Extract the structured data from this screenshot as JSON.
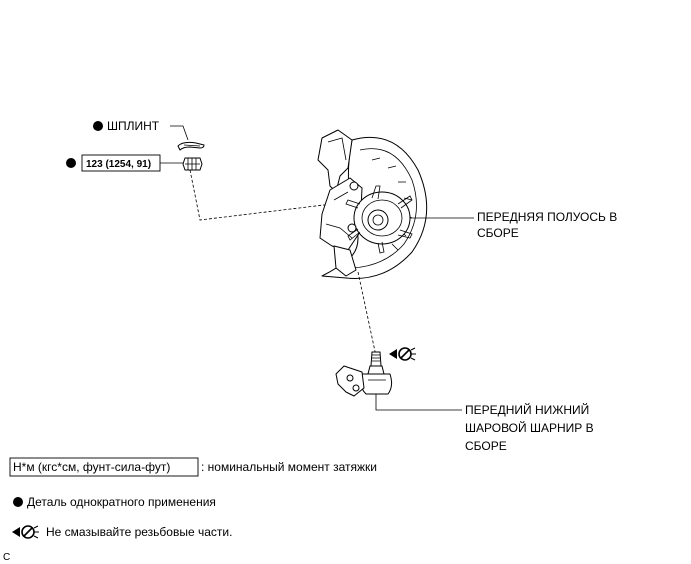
{
  "callouts": {
    "cotter_pin": "ШПЛИНТ",
    "torque_value": "123 (1254, 91)",
    "front_axle_hub": [
      "ПЕРЕДНЯЯ ПОЛУОСЬ В",
      "СБОРЕ"
    ],
    "lower_ball_joint": [
      "ПЕРЕДНИЙ НИЖНИЙ",
      "ШАРОВОЙ ШАРНИР В",
      "СБОРЕ"
    ]
  },
  "legend": {
    "torque_units": "Н*м (кгс*см, фунт-сила-фут)",
    "torque_desc": ": номинальный момент затяжки",
    "non_reusable": "Деталь однократного применения",
    "no_grease": "Не смазывайте резьбовые части."
  },
  "footer": {
    "code": "C"
  },
  "colors": {
    "ink": "#000000",
    "background": "#ffffff"
  },
  "icons": [
    "non-reusable-dot-icon",
    "do-not-lubricate-icon"
  ]
}
